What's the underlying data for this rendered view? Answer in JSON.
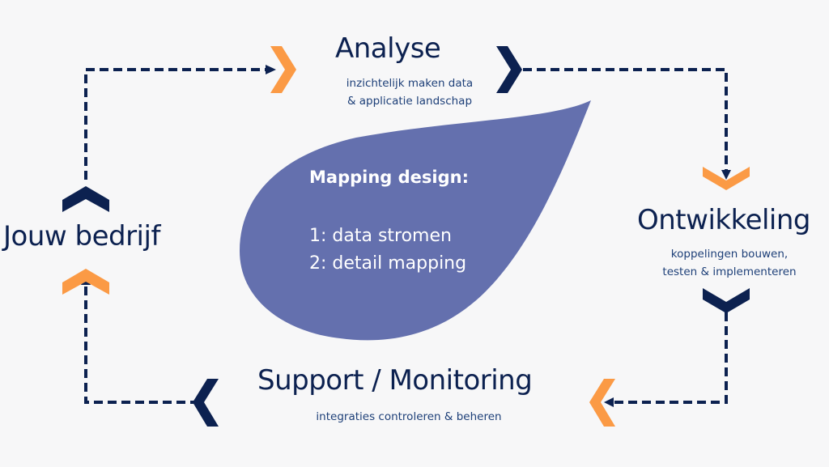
{
  "colors": {
    "navy": "#0c2150",
    "orange": "#fb9a45",
    "blob": "#6470ae",
    "background": "#f7f7f8"
  },
  "stages": {
    "analyse": {
      "title": "Analyse",
      "subtitle_line1": "inzichtelijk maken data",
      "subtitle_line2": "& applicatie landschap"
    },
    "ontwikkeling": {
      "title": "Ontwikkeling",
      "subtitle_line1": "koppelingen bouwen,",
      "subtitle_line2": "testen & implementeren"
    },
    "support": {
      "title": "Support / Monitoring",
      "subtitle": "integraties controleren & beheren"
    },
    "bedrijf": {
      "title": "Jouw bedrijf"
    }
  },
  "center": {
    "heading": "Mapping design:",
    "items": [
      "1: data stromen",
      "2: detail mapping"
    ]
  }
}
